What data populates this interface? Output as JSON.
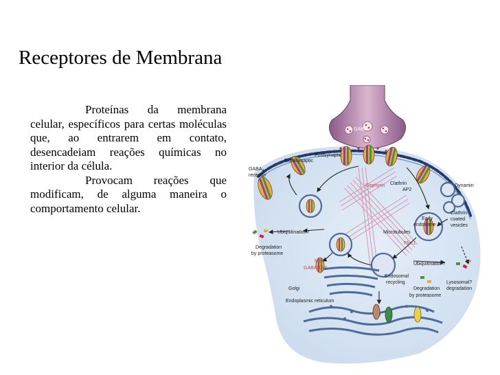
{
  "slide": {
    "title": "Receptores de Membrana",
    "paragraphs": [
      "Proteínas da membrana celular, específicos para certas moléculas que, ao entrarem em contato, desencadeiam reações químicas no interior da célula.",
      "Provocam reações que modificam, de alguma maneira o comportamento celular."
    ]
  },
  "diagram": {
    "labels": {
      "gaba": "GABA",
      "gaba_receptor_1": "GABA",
      "gaba_receptor_sub": "A",
      "gaba_receptor_2": "receptor",
      "postsynaptic": "Postsynaptic",
      "extrasynaptic": "Extrasynaptic",
      "gephyrin": "Gephyrin",
      "clathrin_ap2_1": "Clathrin",
      "clathrin_ap2_2": "AP2",
      "dynamin": "Dynamin",
      "clathrin_coated_1": "Clathrin-",
      "clathrin_coated_2": "coated",
      "clathrin_coated_3": "vesicles",
      "ubiquitination_left": "Ubiquitination?",
      "degradation_left_1": "Degradation",
      "degradation_left_2": "by proteasome",
      "microtubules": "Microtubules",
      "early_endosome_1": "Early",
      "early_endosome_2": "endosome",
      "plic1": "Plic-1",
      "nsf": "NSF",
      "gabarap": "GABARAP",
      "ubiquitination_right": "Ubiquitination?",
      "endosomal_recycling_1": "Endosomal",
      "endosomal_recycling_2": "recycling",
      "lysosomal_1": "Lysosomal?",
      "lysosomal_2": "degradation",
      "degradation_right_1": "Degradation",
      "degradation_right_2": "by proteasome",
      "golgi": "Golgi",
      "endoplasmic_reticulum": "Endoplasmic reticulum"
    }
  }
}
